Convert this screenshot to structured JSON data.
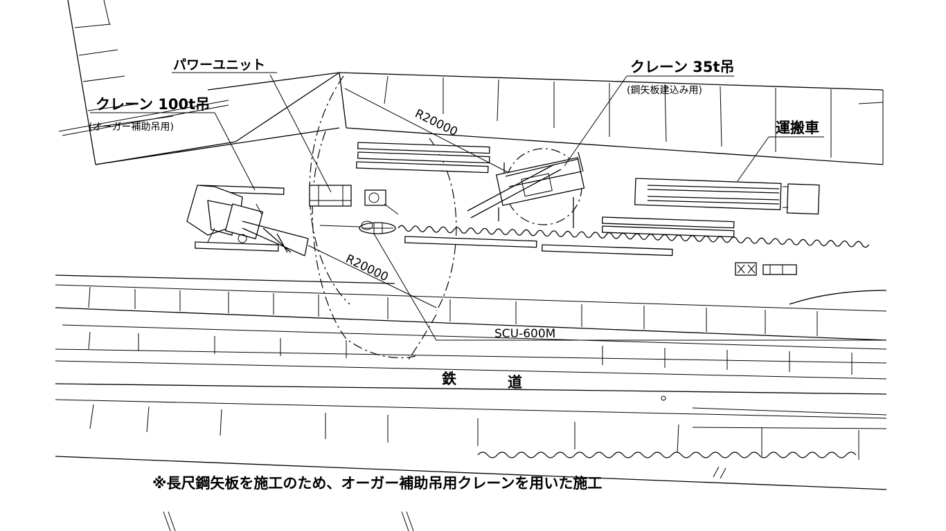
{
  "labels": {
    "power_unit": "パワーユニット",
    "crane_35t": "クレーン 35t吊",
    "crane_35t_purpose": "(鋼矢板建込み用)",
    "crane_100t": "クレーン 100t吊",
    "crane_100t_purpose": "(オーガー補助吊用)",
    "transport_vehicle": "運搬車",
    "radius_upper": "R20000",
    "radius_lower": "R20000",
    "machine": "SCU-600M",
    "railway_char_1": "鉄",
    "railway_char_2": "道",
    "note": "※長尺鋼矢板を施工のため、オーガー補助吊用クレーンを用いた施工"
  }
}
